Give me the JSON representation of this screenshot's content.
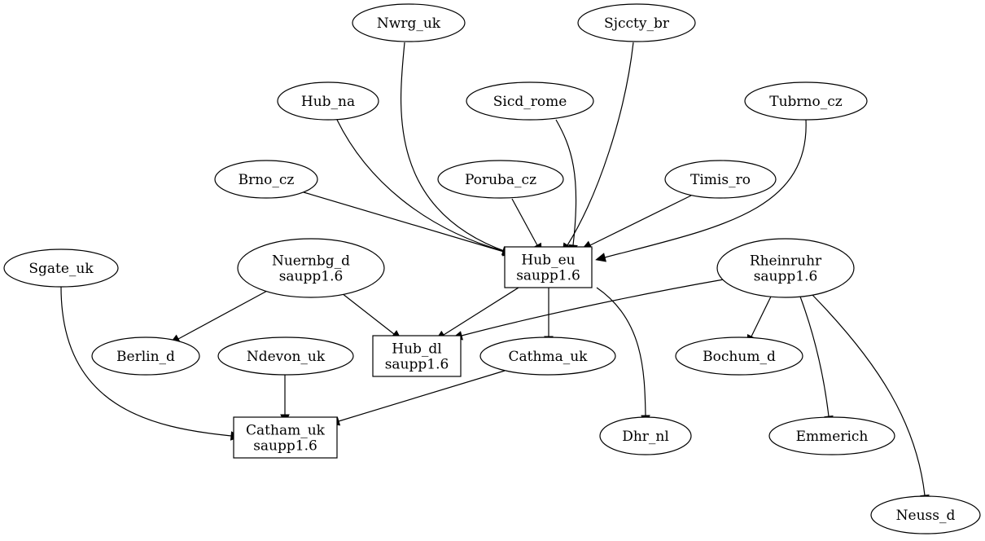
{
  "graph": {
    "nodes": [
      {
        "id": "nwrg_uk",
        "shape": "ellipse",
        "lines": [
          "Nwrg_uk"
        ]
      },
      {
        "id": "sjccty_br",
        "shape": "ellipse",
        "lines": [
          "Sjccty_br"
        ]
      },
      {
        "id": "hub_na",
        "shape": "ellipse",
        "lines": [
          "Hub_na"
        ]
      },
      {
        "id": "sicd_rome",
        "shape": "ellipse",
        "lines": [
          "Sicd_rome"
        ]
      },
      {
        "id": "tubrno_cz",
        "shape": "ellipse",
        "lines": [
          "Tubrno_cz"
        ]
      },
      {
        "id": "brno_cz",
        "shape": "ellipse",
        "lines": [
          "Brno_cz"
        ]
      },
      {
        "id": "poruba_cz",
        "shape": "ellipse",
        "lines": [
          "Poruba_cz"
        ]
      },
      {
        "id": "timis_ro",
        "shape": "ellipse",
        "lines": [
          "Timis_ro"
        ]
      },
      {
        "id": "sgate_uk",
        "shape": "ellipse",
        "lines": [
          "Sgate_uk"
        ]
      },
      {
        "id": "nuernbg_d",
        "shape": "ellipse",
        "lines": [
          "Nuernbg_d",
          "saupp1.6"
        ]
      },
      {
        "id": "hub_eu",
        "shape": "box",
        "lines": [
          "Hub_eu",
          "saupp1.6"
        ]
      },
      {
        "id": "rheinruhr",
        "shape": "ellipse",
        "lines": [
          "Rheinruhr",
          "saupp1.6"
        ]
      },
      {
        "id": "berlin_d",
        "shape": "ellipse",
        "lines": [
          "Berlin_d"
        ]
      },
      {
        "id": "ndevon_uk",
        "shape": "ellipse",
        "lines": [
          "Ndevon_uk"
        ]
      },
      {
        "id": "hub_dl",
        "shape": "box",
        "lines": [
          "Hub_dl",
          "saupp1.6"
        ]
      },
      {
        "id": "cathma_uk",
        "shape": "ellipse",
        "lines": [
          "Cathma_uk"
        ]
      },
      {
        "id": "bochum_d",
        "shape": "ellipse",
        "lines": [
          "Bochum_d"
        ]
      },
      {
        "id": "catham_uk",
        "shape": "box",
        "lines": [
          "Catham_uk",
          "saupp1.6"
        ]
      },
      {
        "id": "dhr_nl",
        "shape": "ellipse",
        "lines": [
          "Dhr_nl"
        ]
      },
      {
        "id": "emmerich",
        "shape": "ellipse",
        "lines": [
          "Emmerich"
        ]
      },
      {
        "id": "neuss_d",
        "shape": "ellipse",
        "lines": [
          "Neuss_d"
        ]
      }
    ],
    "edges": [
      {
        "from": "nwrg_uk",
        "to": "hub_eu"
      },
      {
        "from": "sjccty_br",
        "to": "hub_eu"
      },
      {
        "from": "hub_na",
        "to": "hub_eu"
      },
      {
        "from": "sicd_rome",
        "to": "hub_eu"
      },
      {
        "from": "tubrno_cz",
        "to": "hub_eu"
      },
      {
        "from": "brno_cz",
        "to": "hub_eu"
      },
      {
        "from": "poruba_cz",
        "to": "hub_eu"
      },
      {
        "from": "timis_ro",
        "to": "hub_eu"
      },
      {
        "from": "sgate_uk",
        "to": "catham_uk"
      },
      {
        "from": "nuernbg_d",
        "to": "berlin_d"
      },
      {
        "from": "nuernbg_d",
        "to": "hub_dl"
      },
      {
        "from": "hub_eu",
        "to": "hub_dl"
      },
      {
        "from": "hub_eu",
        "to": "cathma_uk"
      },
      {
        "from": "hub_eu",
        "to": "dhr_nl"
      },
      {
        "from": "rheinruhr",
        "to": "hub_dl"
      },
      {
        "from": "rheinruhr",
        "to": "bochum_d"
      },
      {
        "from": "rheinruhr",
        "to": "emmerich"
      },
      {
        "from": "rheinruhr",
        "to": "neuss_d"
      },
      {
        "from": "ndevon_uk",
        "to": "catham_uk"
      },
      {
        "from": "cathma_uk",
        "to": "catham_uk"
      }
    ]
  }
}
